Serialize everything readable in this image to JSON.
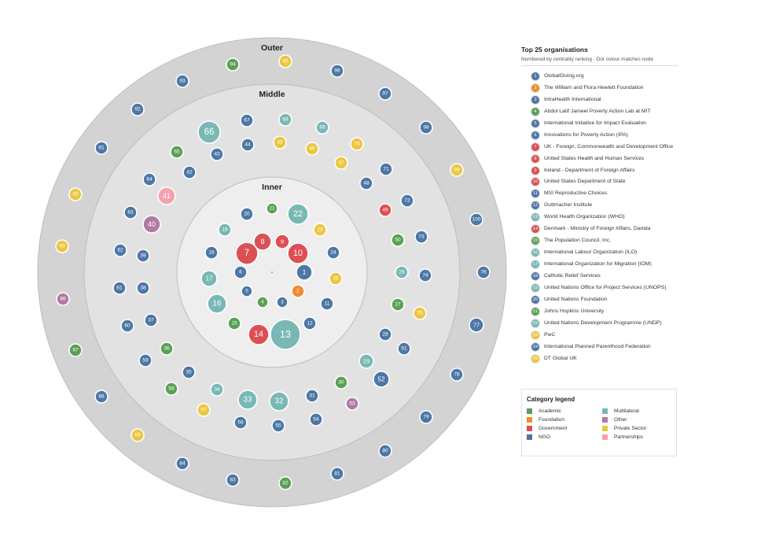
{
  "colors": {
    "Academic": "#5aa056",
    "Foundation": "#ee8c2e",
    "Government": "#dc5054",
    "NGO": "#4d77a5",
    "Multilateral": "#79b8b4",
    "Other": "#b07aa3",
    "Private Sector": "#ecc641",
    "Partnerships": "#f5a2ad"
  },
  "chart_data": {
    "type": "radial-rings",
    "rings": [
      {
        "label": "Outer"
      },
      {
        "label": "Middle"
      },
      {
        "label": "Inner"
      }
    ],
    "nodes": [
      {
        "rank": 1,
        "category": "NGO"
      },
      {
        "rank": 2,
        "category": "Foundation"
      },
      {
        "rank": 3,
        "category": "NGO"
      },
      {
        "rank": 4,
        "category": "Academic"
      },
      {
        "rank": 5,
        "category": "NGO"
      },
      {
        "rank": 6,
        "category": "NGO"
      },
      {
        "rank": 7,
        "category": "Government"
      },
      {
        "rank": 8,
        "category": "Government"
      },
      {
        "rank": 9,
        "category": "Government"
      },
      {
        "rank": 10,
        "category": "Government"
      },
      {
        "rank": 11,
        "category": "NGO"
      },
      {
        "rank": 12,
        "category": "NGO"
      },
      {
        "rank": 13,
        "category": "Multilateral"
      },
      {
        "rank": 14,
        "category": "Government"
      },
      {
        "rank": 15,
        "category": "Academic"
      },
      {
        "rank": 16,
        "category": "Multilateral"
      },
      {
        "rank": 17,
        "category": "Multilateral"
      },
      {
        "rank": 18,
        "category": "NGO"
      },
      {
        "rank": 19,
        "category": "Multilateral"
      },
      {
        "rank": 20,
        "category": "NGO"
      },
      {
        "rank": 21,
        "category": "Academic"
      },
      {
        "rank": 22,
        "category": "Multilateral"
      },
      {
        "rank": 23,
        "category": "Private Sector"
      },
      {
        "rank": 24,
        "category": "NGO"
      },
      {
        "rank": 25,
        "category": "Private Sector"
      },
      {
        "rank": 26,
        "category": "Multilateral"
      },
      {
        "rank": 27,
        "category": "Academic"
      },
      {
        "rank": 28,
        "category": "NGO"
      },
      {
        "rank": 29,
        "category": "Multilateral"
      },
      {
        "rank": 30,
        "category": "Academic"
      },
      {
        "rank": 31,
        "category": "NGO"
      },
      {
        "rank": 32,
        "category": "Multilateral"
      },
      {
        "rank": 33,
        "category": "Multilateral"
      },
      {
        "rank": 34,
        "category": "Multilateral"
      },
      {
        "rank": 35,
        "category": "NGO"
      },
      {
        "rank": 36,
        "category": "Academic"
      },
      {
        "rank": 37,
        "category": "NGO"
      },
      {
        "rank": 38,
        "category": "NGO"
      },
      {
        "rank": 39,
        "category": "NGO"
      },
      {
        "rank": 40,
        "category": "Other"
      },
      {
        "rank": 41,
        "category": "Partnerships"
      },
      {
        "rank": 42,
        "category": "NGO"
      },
      {
        "rank": 43,
        "category": "NGO"
      },
      {
        "rank": 44,
        "category": "NGO"
      },
      {
        "rank": 45,
        "category": "Private Sector"
      },
      {
        "rank": 46,
        "category": "Private Sector"
      },
      {
        "rank": 47,
        "category": "Private Sector"
      },
      {
        "rank": 48,
        "category": "NGO"
      },
      {
        "rank": 49,
        "category": "Government"
      },
      {
        "rank": 50,
        "category": "Academic"
      },
      {
        "rank": 51,
        "category": "NGO"
      },
      {
        "rank": 52,
        "category": "NGO"
      },
      {
        "rank": 53,
        "category": "Other"
      },
      {
        "rank": 54,
        "category": "NGO"
      },
      {
        "rank": 55,
        "category": "NGO"
      },
      {
        "rank": 56,
        "category": "NGO"
      },
      {
        "rank": 57,
        "category": "Private Sector"
      },
      {
        "rank": 58,
        "category": "Academic"
      },
      {
        "rank": 59,
        "category": "NGO"
      },
      {
        "rank": 60,
        "category": "NGO"
      },
      {
        "rank": 61,
        "category": "NGO"
      },
      {
        "rank": 62,
        "category": "NGO"
      },
      {
        "rank": 63,
        "category": "NGO"
      },
      {
        "rank": 64,
        "category": "NGO"
      },
      {
        "rank": 65,
        "category": "Academic"
      },
      {
        "rank": 66,
        "category": "Multilateral"
      },
      {
        "rank": 67,
        "category": "NGO"
      },
      {
        "rank": 68,
        "category": "Multilateral"
      },
      {
        "rank": 69,
        "category": "Multilateral"
      },
      {
        "rank": 70,
        "category": "Private Sector"
      },
      {
        "rank": 71,
        "category": "NGO"
      },
      {
        "rank": 72,
        "category": "NGO"
      },
      {
        "rank": 73,
        "category": "NGO"
      },
      {
        "rank": 74,
        "category": "NGO"
      },
      {
        "rank": 75,
        "category": "Private Sector"
      },
      {
        "rank": 76,
        "category": "NGO"
      },
      {
        "rank": 77,
        "category": "NGO"
      },
      {
        "rank": 78,
        "category": "NGO"
      },
      {
        "rank": 79,
        "category": "NGO"
      },
      {
        "rank": 80,
        "category": "NGO"
      },
      {
        "rank": 81,
        "category": "NGO"
      },
      {
        "rank": 82,
        "category": "Academic"
      },
      {
        "rank": 83,
        "category": "NGO"
      },
      {
        "rank": 84,
        "category": "NGO"
      },
      {
        "rank": 85,
        "category": "Private Sector"
      },
      {
        "rank": 86,
        "category": "NGO"
      },
      {
        "rank": 87,
        "category": "Academic"
      },
      {
        "rank": 88,
        "category": "Other"
      },
      {
        "rank": 89,
        "category": "Private Sector"
      },
      {
        "rank": 90,
        "category": "Private Sector"
      },
      {
        "rank": 91,
        "category": "NGO"
      },
      {
        "rank": 92,
        "category": "NGO"
      },
      {
        "rank": 93,
        "category": "NGO"
      },
      {
        "rank": 94,
        "category": "Academic"
      },
      {
        "rank": 95,
        "category": "Private Sector"
      },
      {
        "rank": 96,
        "category": "NGO"
      },
      {
        "rank": 97,
        "category": "NGO"
      },
      {
        "rank": 98,
        "category": "NGO"
      },
      {
        "rank": 99,
        "category": "Private Sector"
      },
      {
        "rank": 100,
        "category": "NGO"
      }
    ]
  },
  "top_list": {
    "title": "Top 25 organisations",
    "subtitle": "Numbered by centrality ranking · Dot colour matches node",
    "items": [
      {
        "rank": "1",
        "name": "GlobalGiving.org",
        "category": "NGO"
      },
      {
        "rank": "2",
        "name": "The William and Flora Hewlett Foundation",
        "category": "Foundation"
      },
      {
        "rank": "3",
        "name": "IntraHealth International",
        "category": "NGO"
      },
      {
        "rank": "4",
        "name": "Abdul Latif Jameel Poverty Action Lab at MIT",
        "category": "Academic"
      },
      {
        "rank": "5",
        "name": "International Initiative for Impact Evaluation",
        "category": "NGO"
      },
      {
        "rank": "6",
        "name": "Innovations for Poverty Action (IPA)",
        "category": "NGO"
      },
      {
        "rank": "7",
        "name": "UK - Foreign, Commonwealth and Development Office",
        "category": "Government"
      },
      {
        "rank": "8",
        "name": "United States Health and Human Services",
        "category": "Government"
      },
      {
        "rank": "9",
        "name": "Ireland - Department of Foreign Affairs",
        "category": "Government"
      },
      {
        "rank": "10",
        "name": "United States Department of State",
        "category": "Government"
      },
      {
        "rank": "11",
        "name": "MSI Reproductive Choices",
        "category": "NGO"
      },
      {
        "rank": "12",
        "name": "Guttmacher Institute",
        "category": "NGO"
      },
      {
        "rank": "13",
        "name": "World Health Organization (WHO)",
        "category": "Multilateral"
      },
      {
        "rank": "14",
        "name": "Denmark - Ministry of Foreign Affairs, Danida",
        "category": "Government"
      },
      {
        "rank": "15",
        "name": "The Population Council, Inc.",
        "category": "Academic"
      },
      {
        "rank": "16",
        "name": "International Labour Organization (ILO)",
        "category": "Multilateral"
      },
      {
        "rank": "17",
        "name": "International Organization for Migration (IOM)",
        "category": "Multilateral"
      },
      {
        "rank": "18",
        "name": "Catholic Relief Services",
        "category": "NGO"
      },
      {
        "rank": "19",
        "name": "United Nations Office for Project Services (UNOPS)",
        "category": "Multilateral"
      },
      {
        "rank": "20",
        "name": "United Nations Foundation",
        "category": "NGO"
      },
      {
        "rank": "21",
        "name": "Johns Hopkins University",
        "category": "Academic"
      },
      {
        "rank": "22",
        "name": "United Nations Development Programme (UNDP)",
        "category": "Multilateral"
      },
      {
        "rank": "23",
        "name": "PwC",
        "category": "Private Sector"
      },
      {
        "rank": "24",
        "name": "International Planned Parenthood Federation",
        "category": "NGO"
      },
      {
        "rank": "25",
        "name": "DT Global UK",
        "category": "Private Sector"
      }
    ]
  },
  "legend": {
    "title": "Category legend",
    "items": [
      {
        "label": "Academic"
      },
      {
        "label": "Multilateral"
      },
      {
        "label": "Foundation"
      },
      {
        "label": "Other"
      },
      {
        "label": "Government"
      },
      {
        "label": "Private Sector"
      },
      {
        "label": "NGO"
      },
      {
        "label": "Partnerships"
      }
    ]
  }
}
